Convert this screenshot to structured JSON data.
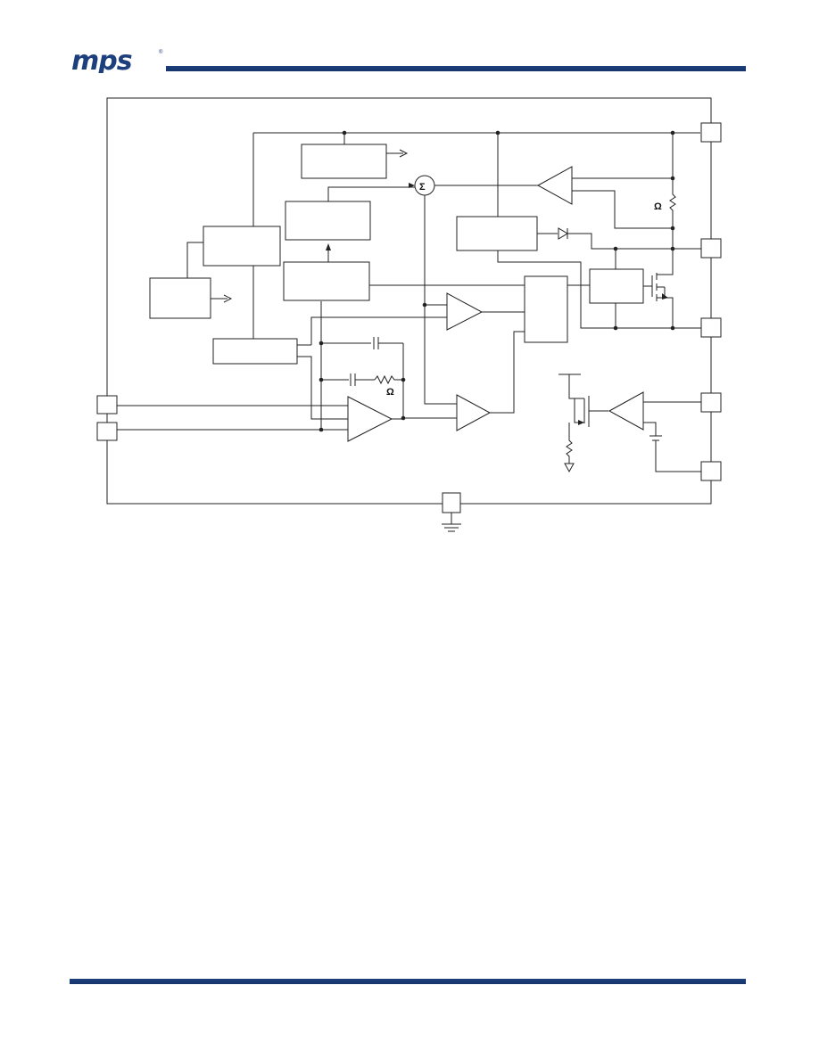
{
  "header": {
    "logo_text": "mps",
    "brand_color": "#1e3f7d"
  },
  "diagram": {
    "sum_symbol": "Σ",
    "ohm_symbol_1": "Ω",
    "ohm_symbol_2": "Ω"
  }
}
